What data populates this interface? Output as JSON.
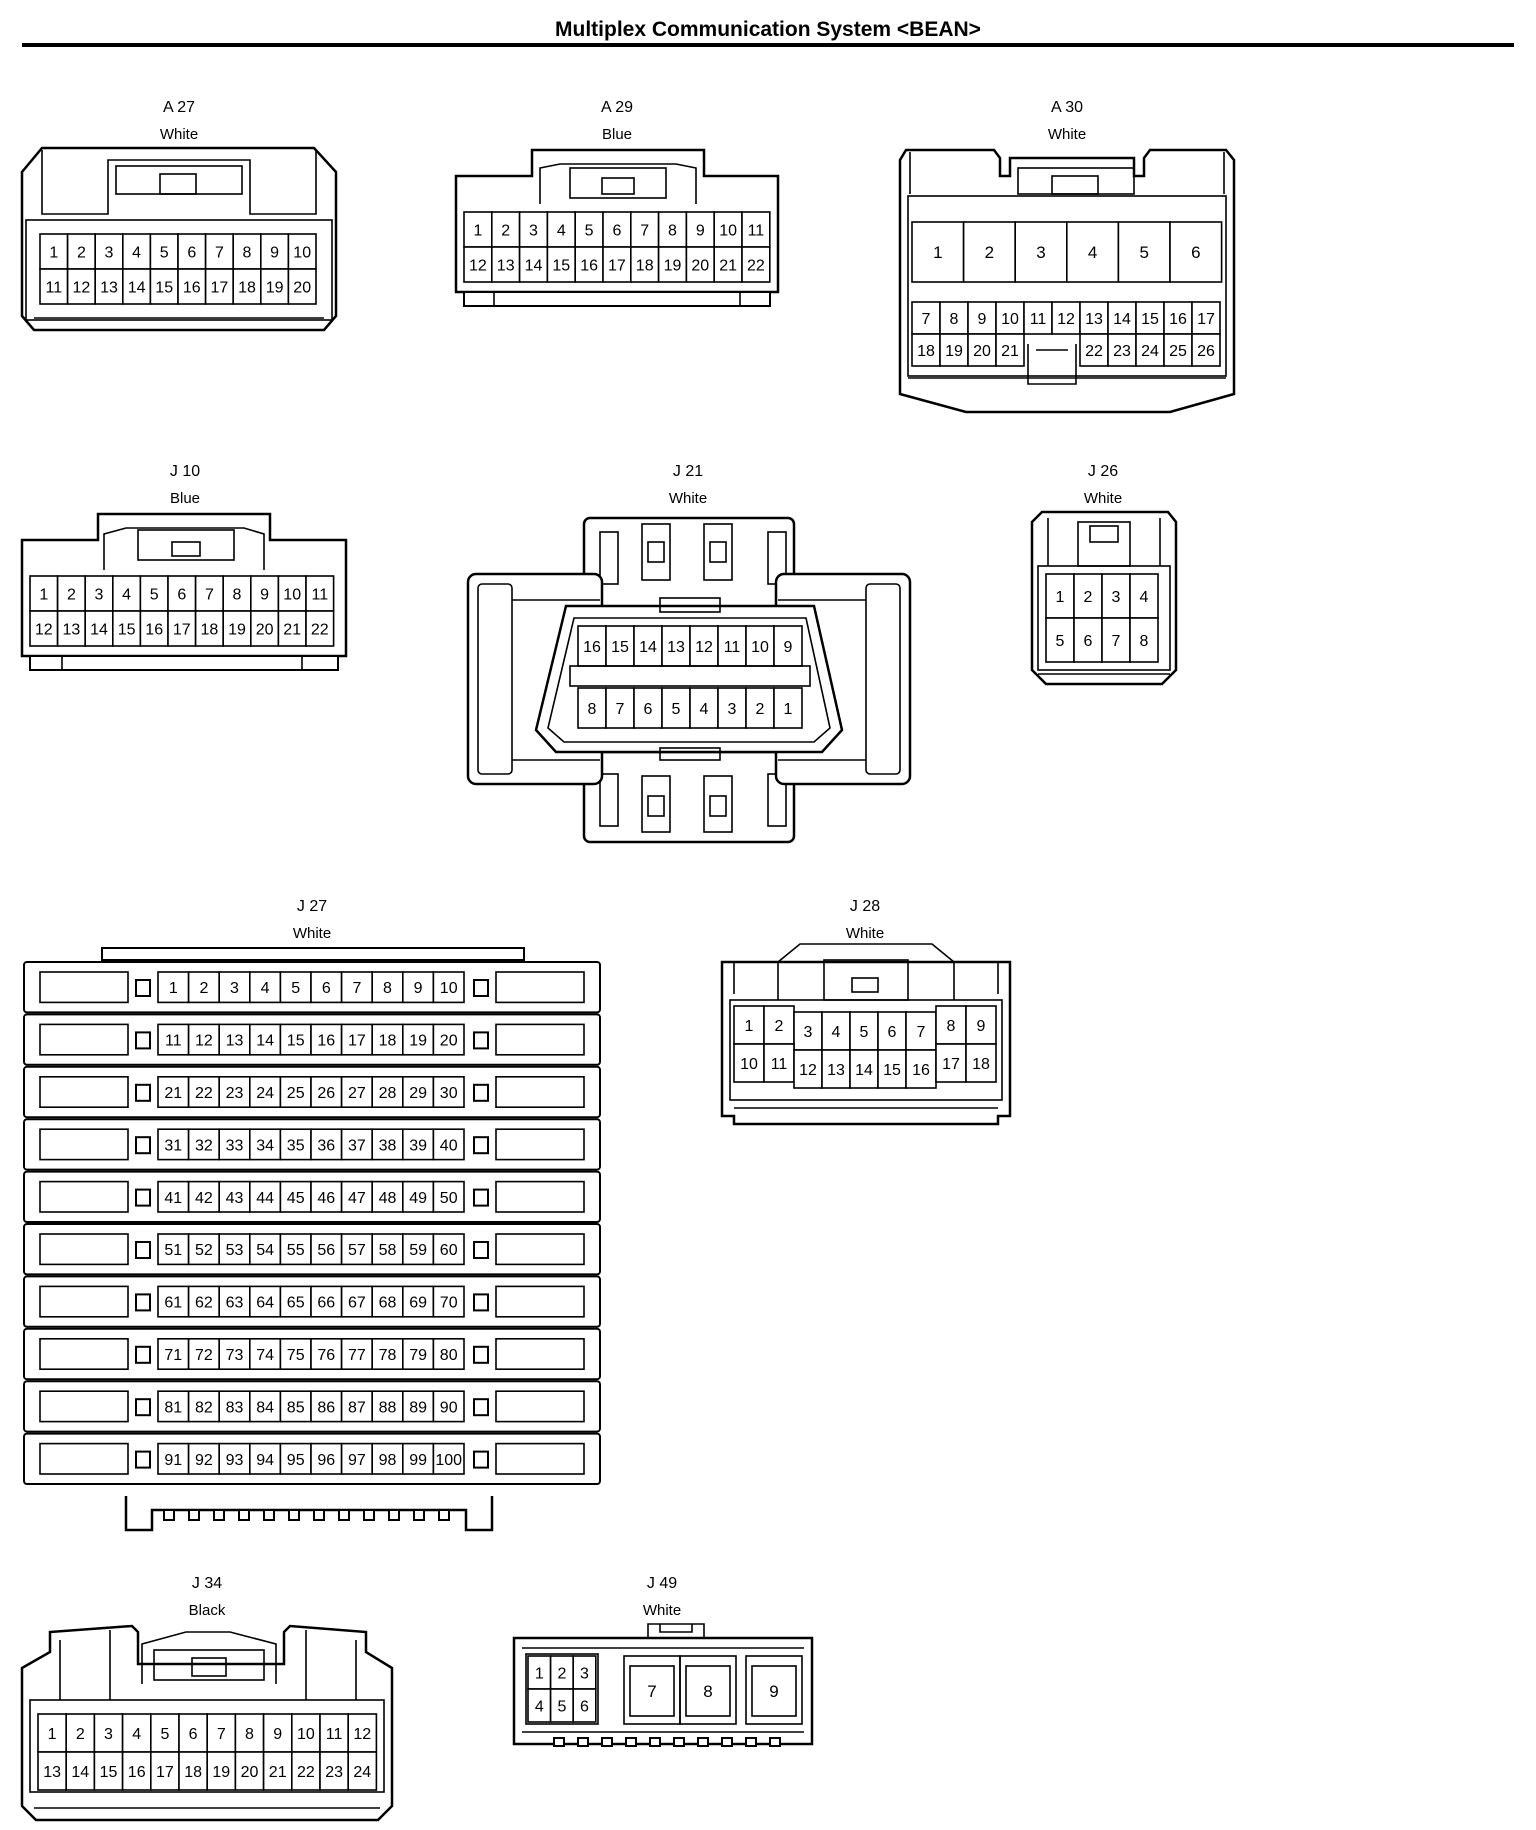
{
  "title": "Multiplex Communication System <BEAN>",
  "connectors": {
    "a27": {
      "id": "A 27",
      "color": "White",
      "rows": [
        [
          "1",
          "2",
          "3",
          "4",
          "5",
          "6",
          "7",
          "8",
          "9",
          "10"
        ],
        [
          "11",
          "12",
          "13",
          "14",
          "15",
          "16",
          "17",
          "18",
          "19",
          "20"
        ]
      ]
    },
    "a29": {
      "id": "A 29",
      "color": "Blue",
      "rows": [
        [
          "1",
          "2",
          "3",
          "4",
          "5",
          "6",
          "7",
          "8",
          "9",
          "10",
          "11"
        ],
        [
          "12",
          "13",
          "14",
          "15",
          "16",
          "17",
          "18",
          "19",
          "20",
          "21",
          "22"
        ]
      ]
    },
    "a30": {
      "id": "A 30",
      "color": "White",
      "top": [
        "1",
        "2",
        "3",
        "4",
        "5",
        "6"
      ],
      "row2": [
        "7",
        "8",
        "9",
        "10",
        "11",
        "12",
        "13",
        "14",
        "15",
        "16",
        "17"
      ],
      "row3_left": [
        "18",
        "19",
        "20",
        "21"
      ],
      "row3_right": [
        "22",
        "23",
        "24",
        "25",
        "26"
      ]
    },
    "j10": {
      "id": "J 10",
      "color": "Blue",
      "rows": [
        [
          "1",
          "2",
          "3",
          "4",
          "5",
          "6",
          "7",
          "8",
          "9",
          "10",
          "11"
        ],
        [
          "12",
          "13",
          "14",
          "15",
          "16",
          "17",
          "18",
          "19",
          "20",
          "21",
          "22"
        ]
      ]
    },
    "j21": {
      "id": "J 21",
      "color": "White",
      "rows": [
        [
          "16",
          "15",
          "14",
          "13",
          "12",
          "11",
          "10",
          "9"
        ],
        [
          "8",
          "7",
          "6",
          "5",
          "4",
          "3",
          "2",
          "1"
        ]
      ]
    },
    "j26": {
      "id": "J 26",
      "color": "White",
      "rows": [
        [
          "1",
          "2",
          "3",
          "4"
        ],
        [
          "5",
          "6",
          "7",
          "8"
        ]
      ]
    },
    "j27": {
      "id": "J 27",
      "color": "White",
      "rows": [
        [
          "1",
          "2",
          "3",
          "4",
          "5",
          "6",
          "7",
          "8",
          "9",
          "10"
        ],
        [
          "11",
          "12",
          "13",
          "14",
          "15",
          "16",
          "17",
          "18",
          "19",
          "20"
        ],
        [
          "21",
          "22",
          "23",
          "24",
          "25",
          "26",
          "27",
          "28",
          "29",
          "30"
        ],
        [
          "31",
          "32",
          "33",
          "34",
          "35",
          "36",
          "37",
          "38",
          "39",
          "40"
        ],
        [
          "41",
          "42",
          "43",
          "44",
          "45",
          "46",
          "47",
          "48",
          "49",
          "50"
        ],
        [
          "51",
          "52",
          "53",
          "54",
          "55",
          "56",
          "57",
          "58",
          "59",
          "60"
        ],
        [
          "61",
          "62",
          "63",
          "64",
          "65",
          "66",
          "67",
          "68",
          "69",
          "70"
        ],
        [
          "71",
          "72",
          "73",
          "74",
          "75",
          "76",
          "77",
          "78",
          "79",
          "80"
        ],
        [
          "81",
          "82",
          "83",
          "84",
          "85",
          "86",
          "87",
          "88",
          "89",
          "90"
        ],
        [
          "91",
          "92",
          "93",
          "94",
          "95",
          "96",
          "97",
          "98",
          "99",
          "100"
        ]
      ]
    },
    "j28": {
      "id": "J 28",
      "color": "White",
      "rows": [
        [
          "1",
          "2",
          "3",
          "4",
          "5",
          "6",
          "7",
          "8",
          "9"
        ],
        [
          "10",
          "11",
          "12",
          "13",
          "14",
          "15",
          "16",
          "17",
          "18"
        ]
      ]
    },
    "j34": {
      "id": "J 34",
      "color": "Black",
      "rows": [
        [
          "1",
          "2",
          "3",
          "4",
          "5",
          "6",
          "7",
          "8",
          "9",
          "10",
          "11",
          "12"
        ],
        [
          "13",
          "14",
          "15",
          "16",
          "17",
          "18",
          "19",
          "20",
          "21",
          "22",
          "23",
          "24"
        ]
      ]
    },
    "j49": {
      "id": "J 49",
      "color": "White",
      "small": [
        [
          "1",
          "2",
          "3"
        ],
        [
          "4",
          "5",
          "6"
        ]
      ],
      "large": [
        "7",
        "8",
        "9"
      ]
    }
  }
}
